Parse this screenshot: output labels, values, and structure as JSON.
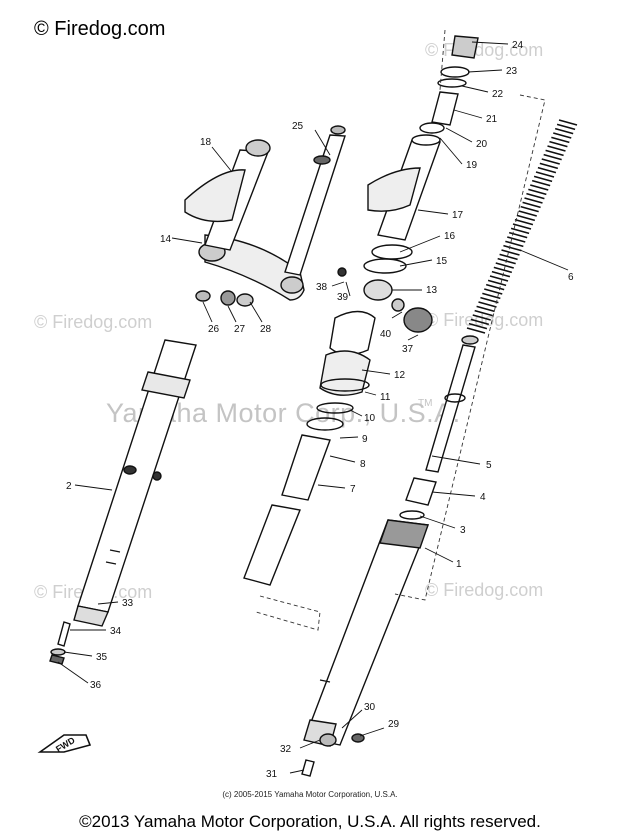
{
  "watermark": {
    "main": "© Firedog.com",
    "ghost": "© Firedog.com",
    "center": "Yamaha Motor Corp., U.S.A.",
    "tm": "TM"
  },
  "copyright": {
    "small": "(c) 2005-2015 Yamaha Motor Corporation, U.S.A.",
    "main": "©2013 Yamaha Motor Corporation, U.S.A. All rights reserved."
  },
  "fwd_label": "FWD",
  "parts": {
    "p1": "1",
    "p2": "2",
    "p3": "3",
    "p4": "4",
    "p5": "5",
    "p6": "6",
    "p7": "7",
    "p8": "8",
    "p9": "9",
    "p10": "10",
    "p11": "11",
    "p12": "12",
    "p13": "13",
    "p14": "14",
    "p15": "15",
    "p16": "16",
    "p17": "17",
    "p18": "18",
    "p19": "19",
    "p20": "20",
    "p21": "21",
    "p22": "22",
    "p23": "23",
    "p24": "24",
    "p25": "25",
    "p26": "26",
    "p27": "27",
    "p28": "28",
    "p29": "29",
    "p30": "30",
    "p31": "31",
    "p32": "32",
    "p33": "33",
    "p34": "34",
    "p35": "35",
    "p36": "36",
    "p37": "37",
    "p38": "38",
    "p39": "39",
    "p40": "40"
  }
}
